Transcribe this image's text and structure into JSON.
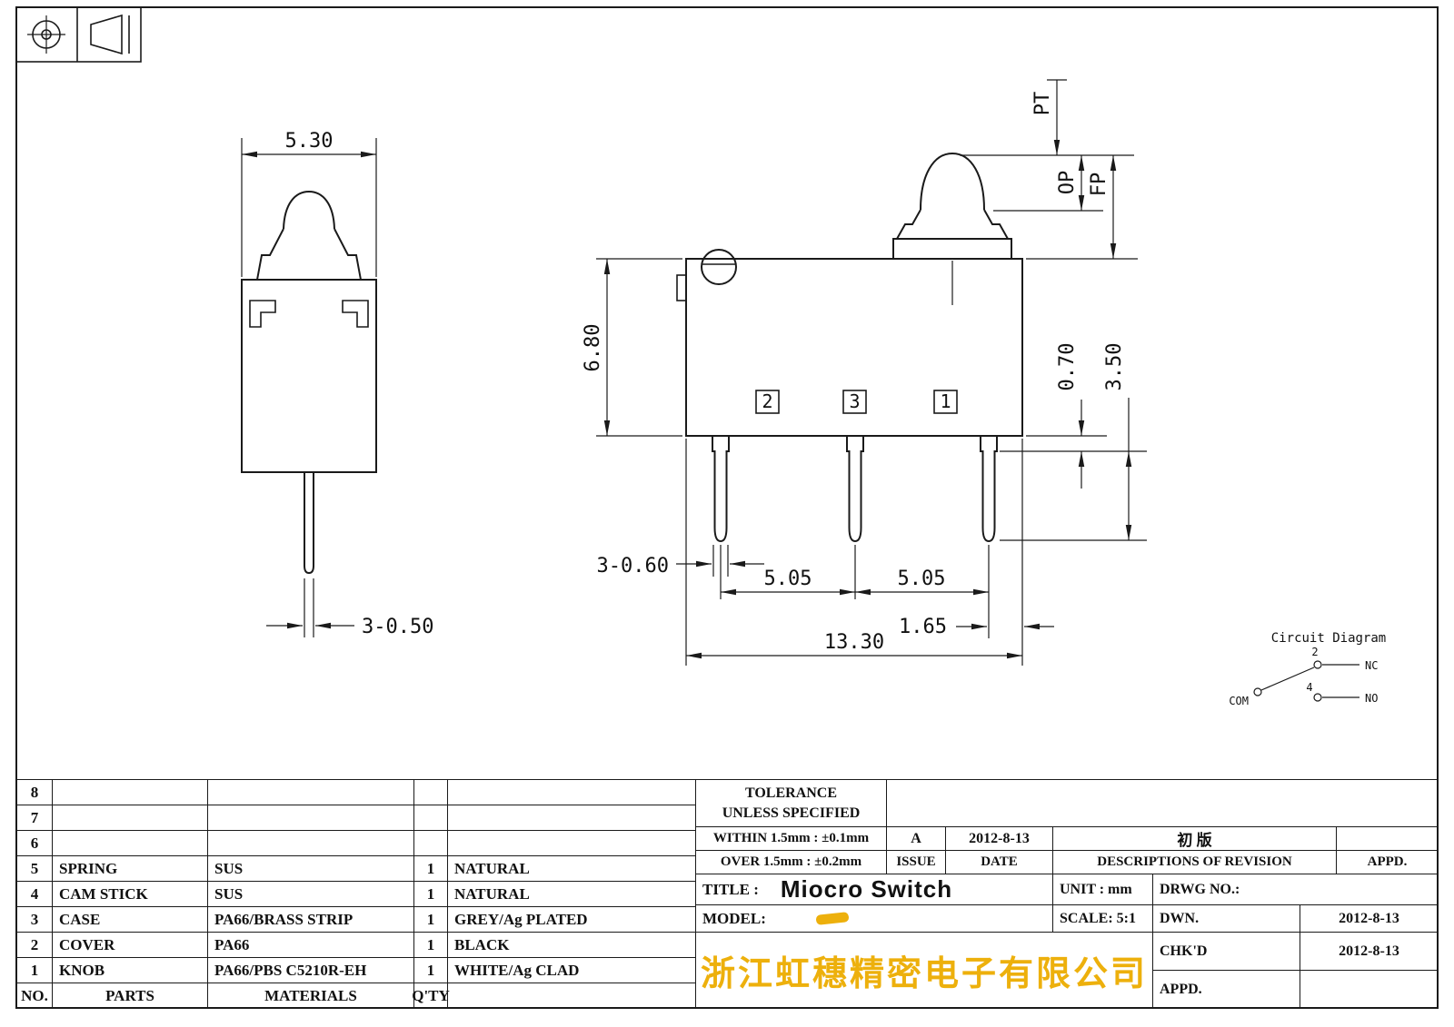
{
  "colors": {
    "line": "#1a1a1a",
    "company_text": "#edb00c"
  },
  "front_view": {
    "dim_width": "5.30",
    "dim_pin": "3-0.50"
  },
  "side_view": {
    "dim_height": "6.80",
    "label_pt": "PT",
    "label_op": "OP",
    "label_fp": "FP",
    "dim_step": "0.70",
    "dim_pin_length": "3.50",
    "dim_pin_width": "3-0.60",
    "dim_pitch_left": "5.05",
    "dim_pitch_right": "5.05",
    "dim_end_offset": "1.65",
    "dim_overall": "13.30",
    "terminals": [
      "2",
      "3",
      "1"
    ]
  },
  "circuit": {
    "title": "Circuit Diagram",
    "com": "COM",
    "nc": "NC",
    "no": "NO",
    "nc_pin": "2",
    "no_pin": "4"
  },
  "parts_table": {
    "rows": [
      {
        "no": "8",
        "part": "",
        "material": "",
        "qty": "",
        "finish": ""
      },
      {
        "no": "7",
        "part": "",
        "material": "",
        "qty": "",
        "finish": ""
      },
      {
        "no": "6",
        "part": "",
        "material": "",
        "qty": "",
        "finish": ""
      },
      {
        "no": "5",
        "part": "SPRING",
        "material": "SUS",
        "qty": "1",
        "finish": "NATURAL"
      },
      {
        "no": "4",
        "part": "CAM STICK",
        "material": "SUS",
        "qty": "1",
        "finish": "NATURAL"
      },
      {
        "no": "3",
        "part": "CASE",
        "material": "PA66/BRASS STRIP",
        "qty": "1",
        "finish": "GREY/Ag PLATED"
      },
      {
        "no": "2",
        "part": "COVER",
        "material": "PA66",
        "qty": "1",
        "finish": "BLACK"
      },
      {
        "no": "1",
        "part": "KNOB",
        "material": "PA66/PBS C5210R-EH",
        "qty": "1",
        "finish": "WHITE/Ag CLAD"
      }
    ],
    "footer": {
      "no": "NO.",
      "part": "PARTS",
      "material": "MATERIALS",
      "qty": "Q'TY",
      "finish": ""
    }
  },
  "title_block": {
    "tolerance_title": "TOLERANCE",
    "tolerance_sub": "UNLESS  SPECIFIED",
    "within": "WITHIN 1.5mm : ±0.1mm",
    "over": "OVER 1.5mm : ±0.2mm",
    "issue_value": "A",
    "issue_date": "2012-8-13",
    "issue_label": "ISSUE",
    "date_label": "DATE",
    "revision_value": "初 版",
    "revision_label": "DESCRIPTIONS OF REVISION",
    "appd_header": "APPD.",
    "title_label": "TITLE :",
    "title_value": "Miocro Switch",
    "unit_label": "UNIT : mm",
    "drwg_label": "DRWG NO.:",
    "model_label": "MODEL:",
    "scale_label": "SCALE: 5:1",
    "dwn_label": "DWN.",
    "dwn_date": "2012-8-13",
    "company": "浙江虹穗精密电子有限公司",
    "chkd_label": "CHK'D",
    "chkd_date": "2012-8-13",
    "appd_label": "APPD."
  }
}
